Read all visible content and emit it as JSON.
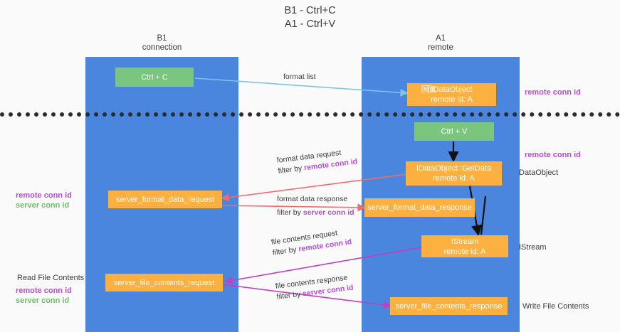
{
  "title": {
    "line1": "B1 - Ctrl+C",
    "line2": "A1 - Ctrl+V"
  },
  "lanes": [
    {
      "name": "B1",
      "sub": "connection"
    },
    {
      "name": "A1",
      "sub": "remote"
    }
  ],
  "nodes": {
    "ctrl_c": "Ctrl + C",
    "ctrl_v": "Ctrl + V",
    "idataobject_title": "IDataObject",
    "idataobject_artifact": "国伽",
    "idataobject_sub": "remote id: A",
    "getdata_title": "IDataObject::GetData",
    "getdata_sub": "remote id: A",
    "istream_title": "IStream",
    "istream_sub": "remote id: A",
    "server_format_data_request": "server_format_data_request",
    "server_format_data_response": "server_format_data_response",
    "server_file_contents_request": "server_file_contents_request",
    "server_file_contents_response": "server_file_contents_response"
  },
  "edges": {
    "format_list": "format list",
    "format_data_request": "format data request",
    "format_data_request_filter_pre": "filter by ",
    "format_data_request_filter_key": "remote conn id",
    "format_data_response": "format data response",
    "format_data_response_filter_pre": "filter by ",
    "format_data_response_filter_key": "server conn id",
    "file_contents_request": "file contents request",
    "file_contents_request_filter_pre": "filter by ",
    "file_contents_request_filter_key": "remote conn id",
    "file_contents_response": "file contents response",
    "file_contents_response_filter_pre": "filter by ",
    "file_contents_response_filter_key": "server conn id"
  },
  "annotations": {
    "right_top_remote": "remote conn id",
    "right_mid_remote": "remote conn id",
    "right_dataobject": "DataObject",
    "right_istream": "IStream",
    "right_write_file": "Write File Contents",
    "left_remote": "remote conn id",
    "left_server": "server conn id",
    "left_read_file": "Read File Contents",
    "left_remote2": "remote conn id",
    "left_server2": "server conn id"
  },
  "colors": {
    "lane": "#4a86dd",
    "green_node": "#7ac67f",
    "orange_node": "#fbb040",
    "purple": "#b44fd0",
    "green_text": "#6cbf6c",
    "red_arrow": "#f26b6b",
    "magenta_arrow": "#c13fc1",
    "blue_arrow": "#7ec4e8",
    "dark_arrow": "#111111"
  }
}
